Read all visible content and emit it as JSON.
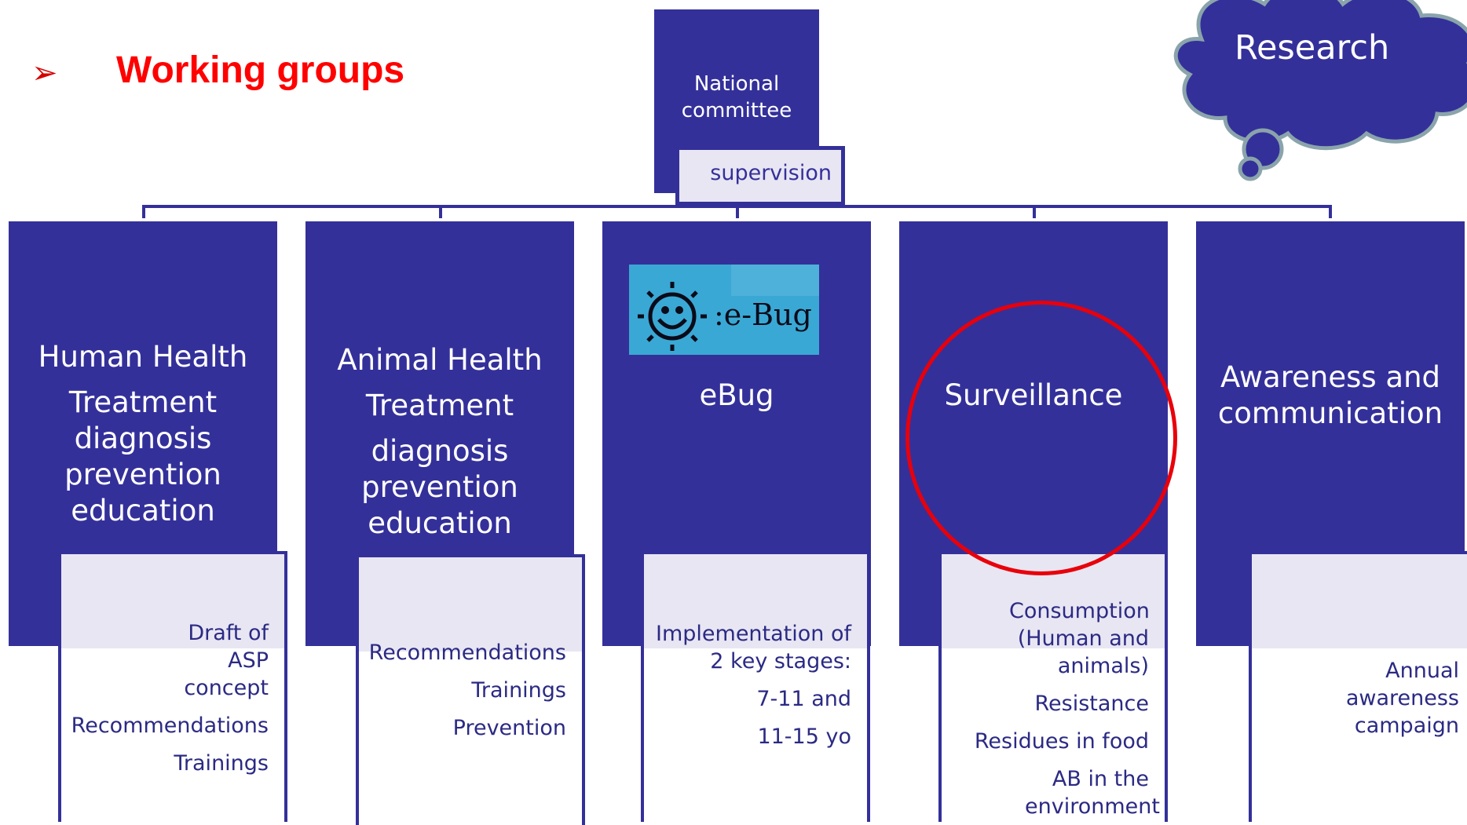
{
  "header": {
    "bullet_icon": "arrow-bullet-icon",
    "bullet_glyph": "➢",
    "title": "Working groups"
  },
  "top": {
    "committee": "National committee",
    "supervision": "supervision",
    "research": "Research"
  },
  "columns": [
    {
      "lines": [
        "Human Health",
        "Treatment diagnosis prevention education"
      ],
      "items": [
        "Draft of ASP concept",
        "Recommendations",
        "Trainings"
      ]
    },
    {
      "lines": [
        "Animal Health",
        "Treatment",
        "diagnosis prevention education"
      ],
      "items": [
        "Recommendations",
        "Trainings",
        "Prevention"
      ]
    },
    {
      "lines": [
        "eBug"
      ],
      "logo_text": ":e-Bug",
      "items": [
        "Implementation of 2 key stages:",
        "7-11 and",
        "11-15 yo"
      ]
    },
    {
      "lines": [
        "Surveillance"
      ],
      "items": [
        "Consumption (Human and animals)",
        "Resistance",
        "Residues in food",
        "AB in the environment"
      ]
    },
    {
      "lines": [
        "Awareness and communication"
      ],
      "items": [
        "Annual awareness campaign"
      ]
    }
  ],
  "colors": {
    "navy": "#34309a",
    "title_red": "#ff0000",
    "highlight_circle": "#e8000b",
    "light_tint": "#e8e6f2"
  }
}
